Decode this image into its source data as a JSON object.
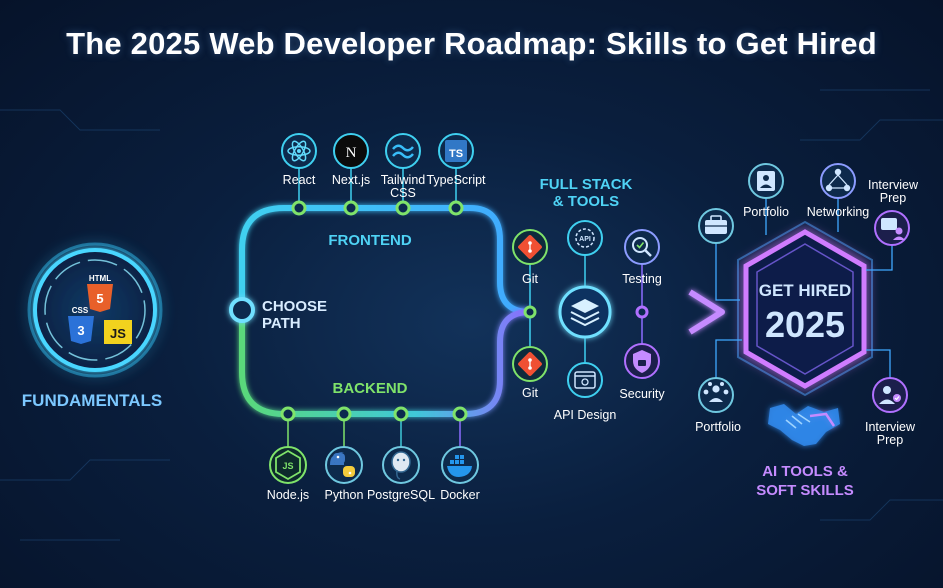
{
  "title": "The 2025 Web Developer Roadmap: Skills to Get Hired",
  "fundamentals": {
    "label": "FUNDAMENTALS",
    "html_label": "HTML",
    "html_glyph": "5",
    "css_label": "CSS",
    "css_glyph": "3",
    "js_glyph": "JS"
  },
  "choose_path": {
    "line1": "CHOOSE",
    "line2": "PATH"
  },
  "frontend": {
    "label": "FRONTEND",
    "items": [
      {
        "label": "React",
        "icon": "react-icon"
      },
      {
        "label": "Next.js",
        "icon": "nextjs-icon",
        "glyph": "N"
      },
      {
        "label_line1": "Tailwind",
        "label_line2": "CSS",
        "icon": "tailwind-icon"
      },
      {
        "label": "TypeScript",
        "icon": "typescript-icon",
        "glyph": "TS"
      }
    ]
  },
  "backend": {
    "label": "BACKEND",
    "items": [
      {
        "label": "Node.js",
        "icon": "nodejs-icon",
        "glyph": "JS"
      },
      {
        "label": "Python",
        "icon": "python-icon"
      },
      {
        "label": "PostgreSQL",
        "icon": "postgresql-icon"
      },
      {
        "label": "Docker",
        "icon": "docker-icon"
      }
    ]
  },
  "full_stack": {
    "line1": "FULL STACK",
    "line2": "& TOOLS",
    "items": [
      {
        "label": "Git",
        "icon": "git-icon"
      },
      {
        "label": "Git",
        "icon": "git-icon"
      },
      {
        "label": "Testing",
        "icon": "testing-icon"
      },
      {
        "label": "Security",
        "icon": "security-icon"
      },
      {
        "label": "API Design",
        "icon": "api-design-icon"
      },
      {
        "label": "API",
        "icon": "api-icon"
      }
    ]
  },
  "get_hired": {
    "line1": "GET HIRED",
    "line2": "2025"
  },
  "hire_items": [
    {
      "label": "Portfolio",
      "icon": "portfolio-icon"
    },
    {
      "label": "Networking",
      "icon": "networking-icon"
    },
    {
      "label_line1": "Interview",
      "label_line2": "Prep",
      "icon": "interview-prep-icon"
    },
    {
      "label": "Portfolio",
      "icon": "portfolio-people-icon"
    },
    {
      "label_line1": "Interview",
      "label_line2": "Prep",
      "icon": "interview-prep-icon"
    }
  ],
  "ai_tools": {
    "line1": "AI TOOLS &",
    "line2": "SOFT SKILLS"
  },
  "colors": {
    "cyan": "#3fd0f0",
    "green": "#7fe36a",
    "purple": "#b070ff",
    "hexagon": "#c58bff",
    "background": "#0a1f3e"
  }
}
